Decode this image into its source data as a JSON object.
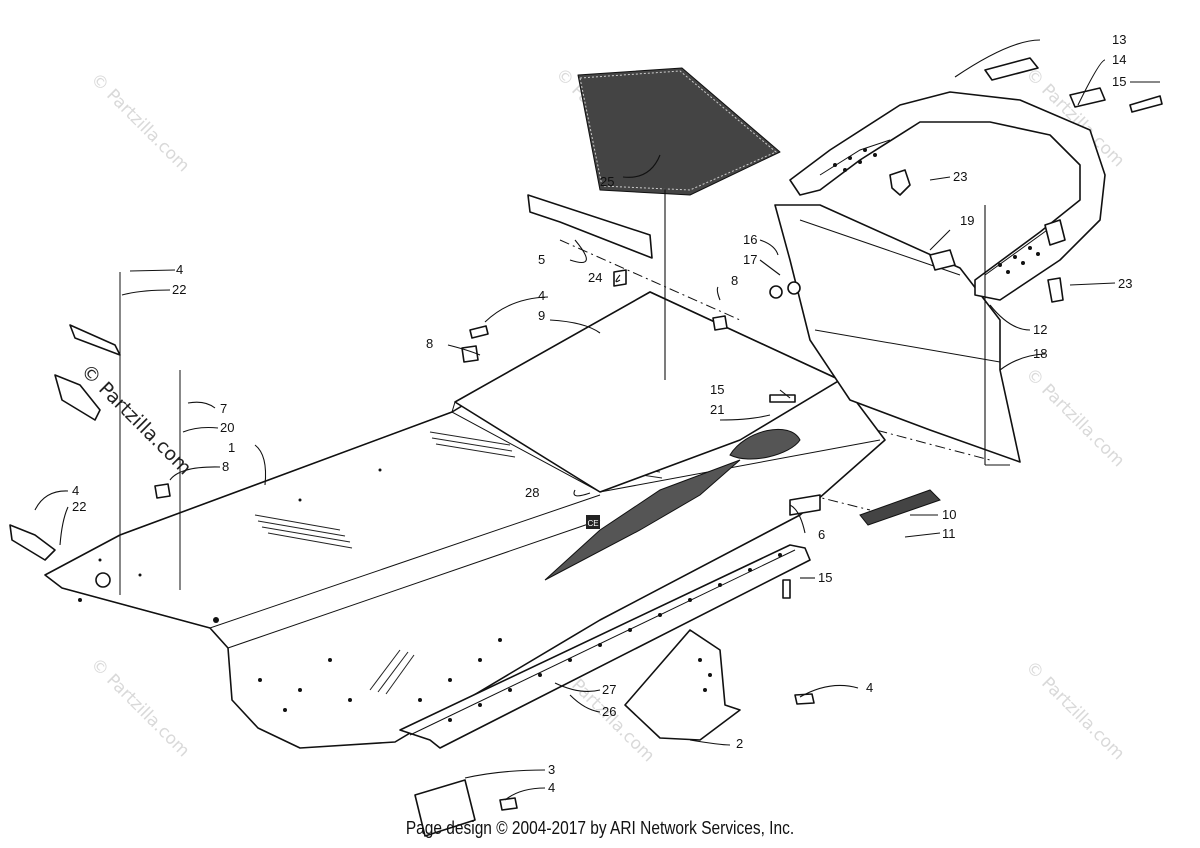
{
  "diagram": {
    "callouts": {
      "c1": "1",
      "c2": "2",
      "c3": "3",
      "c4a": "4",
      "c4b": "4",
      "c4c": "4",
      "c4d": "4",
      "c4e": "4",
      "c5": "5",
      "c6": "6",
      "c7": "7",
      "c8a": "8",
      "c8b": "8",
      "c8c": "8",
      "c9": "9",
      "c10": "10",
      "c11": "11",
      "c12": "12",
      "c13": "13",
      "c14": "14",
      "c15a": "15",
      "c15b": "15",
      "c15c": "15",
      "c16": "16",
      "c17": "17",
      "c18": "18",
      "c19": "19",
      "c20": "20",
      "c21": "21",
      "c22a": "22",
      "c22b": "22",
      "c23a": "23",
      "c23b": "23",
      "c24": "24",
      "c25": "25",
      "c26": "26",
      "c27": "27",
      "c28": "28"
    },
    "ce_mark": "CE"
  },
  "watermark": {
    "text": "© Partzilla.com"
  },
  "footer": {
    "text": "Page design © 2004-2017 by ARI Network Services, Inc."
  }
}
